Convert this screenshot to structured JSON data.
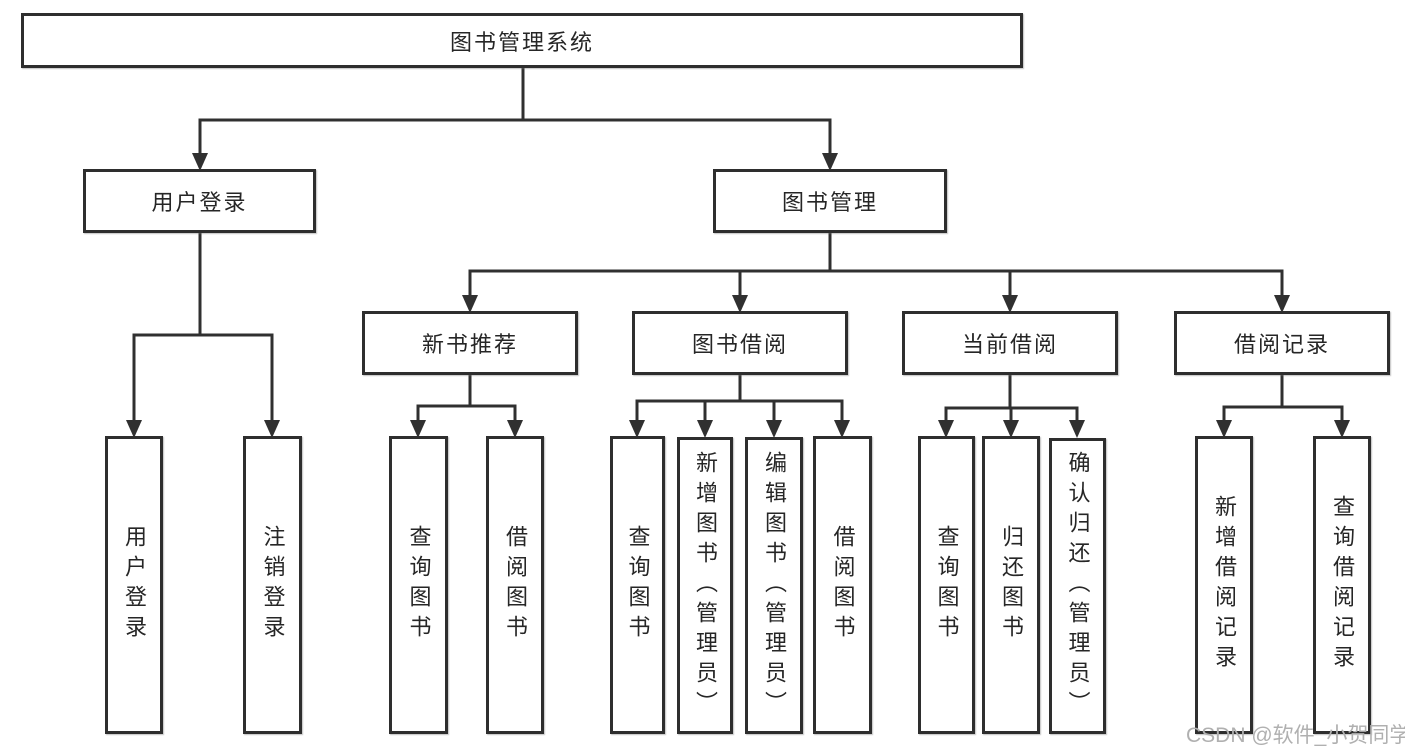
{
  "diagram": {
    "root": {
      "label": "图书管理系统"
    },
    "branches": [
      {
        "label": "用户登录",
        "children": [
          {
            "label": "用户登录"
          },
          {
            "label": "注销登录"
          }
        ]
      },
      {
        "label": "图书管理",
        "children": [
          {
            "label": "新书推荐",
            "children": [
              {
                "label": "查询图书"
              },
              {
                "label": "借阅图书"
              }
            ]
          },
          {
            "label": "图书借阅",
            "children": [
              {
                "label": "查询图书"
              },
              {
                "label": "新增图书（管理员）"
              },
              {
                "label": "编辑图书（管理员）"
              },
              {
                "label": "借阅图书"
              }
            ]
          },
          {
            "label": "当前借阅",
            "children": [
              {
                "label": "查询图书"
              },
              {
                "label": "归还图书"
              },
              {
                "label": "确认归还（管理员）"
              }
            ]
          },
          {
            "label": "借阅记录",
            "children": [
              {
                "label": "新增借阅记录"
              },
              {
                "label": "查询借阅记录"
              }
            ]
          }
        ]
      }
    ]
  },
  "watermark": {
    "text": "CSDN @软件_小贺同学"
  },
  "colors": {
    "line": "#303030",
    "box_border": "#2e2e2e",
    "text": "#262626",
    "watermark": "#b0b0b0",
    "background": "#ffffff"
  }
}
